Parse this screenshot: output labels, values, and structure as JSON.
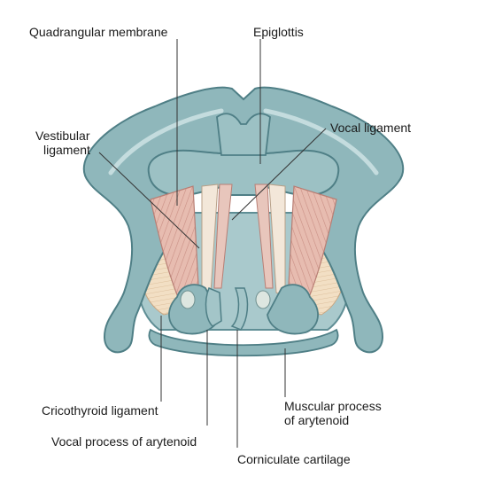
{
  "labels": {
    "quadrangular_membrane": "Quadrangular membrane",
    "epiglottis": "Epiglottis",
    "vestibular_ligament_1": "Vestibular",
    "vestibular_ligament_2": "ligament",
    "vocal_ligament": "Vocal ligament",
    "cricothyroid_ligament": "Cricothyroid ligament",
    "muscular_process_1": "Muscular process",
    "muscular_process_2": "of arytenoid",
    "vocal_process": "Vocal process of arytenoid",
    "corniculate_cartilage": "Corniculate cartilage"
  },
  "colors": {
    "cartilage": "#8fb7bb",
    "cartilage_dark": "#5f8e95",
    "cartilage_light": "#b9d4d6",
    "membrane": "#e7bcb0",
    "membrane_stripe": "#c98f85",
    "muscle": "#f0dcc0",
    "leader": "#333333"
  }
}
